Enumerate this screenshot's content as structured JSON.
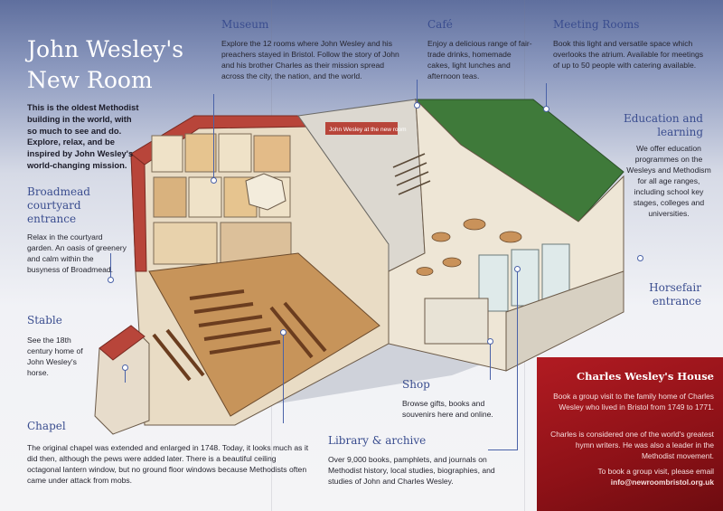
{
  "title": "John Wesley's New Room",
  "intro": "This is the oldest Methodist building in the world, with so much to see and do. Explore, relax, and be inspired by John Wesley's world-changing mission.",
  "sections": {
    "broadmead": {
      "heading": "Broadmead courtyard entrance",
      "text": "Relax in the courtyard garden. An oasis of greenery and calm within the busyness of Broadmead."
    },
    "stable": {
      "heading": "Stable",
      "text": "See the 18th century home of John Wesley's horse."
    },
    "chapel": {
      "heading": "Chapel",
      "text": "The original chapel was extended and enlarged in 1748. Today, it looks much as it did then, although the pews were added later. There is a beautiful ceiling octagonal lantern window, but no ground floor windows because Methodists often came under attack from mobs."
    },
    "museum": {
      "heading": "Museum",
      "text": "Explore the 12 rooms where John Wesley and his preachers stayed in Bristol. Follow the story of John and his brother Charles as their mission spread across the city, the nation, and the world."
    },
    "cafe": {
      "heading": "Café",
      "text": "Enjoy a delicious range of fair-trade drinks, homemade cakes, light lunches and afternoon teas."
    },
    "meeting": {
      "heading": "Meeting Rooms",
      "text": "Book this light and versatile space which overlooks the atrium. Available for meetings of up to 50 people with catering available."
    },
    "education": {
      "heading": "Education and learning",
      "text": "We offer education programmes on the Wesleys and Methodism for all age ranges, including school key stages, colleges and universities."
    },
    "horsefair": {
      "heading": "Horsefair entrance"
    },
    "shop": {
      "heading": "Shop",
      "text": "Browse gifts, books and souvenirs here and online."
    },
    "library": {
      "heading": "Library & archive",
      "text": "Over 9,000 books, pamphlets, and journals on Methodist history, local studies, biographies, and studies of John and Charles Wesley."
    }
  },
  "charles_house": {
    "heading": "Charles Wesley's House",
    "para1": "Book a group visit to the family home of Charles Wesley who lived in Bristol from 1749 to 1771.",
    "para2": "Charles is considered one of the world's greatest hymn writers. He was also a leader in the Methodist movement.",
    "para3": "To book a group visit, please email",
    "email": "info@newroombristol.org.uk"
  },
  "sign_text": "John Wesley at the new room",
  "colors": {
    "heading_blue": "#3a4d8f",
    "panel_red": "#9c141b",
    "roof_red": "#b8453a",
    "roof_green": "#3f7a3a"
  }
}
